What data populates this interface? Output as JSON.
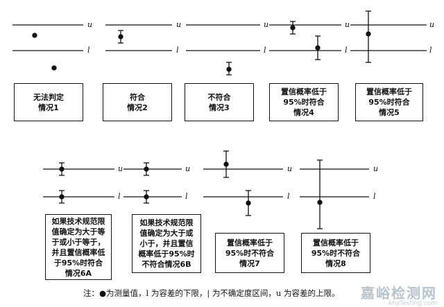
{
  "limit_labels": {
    "upper": "u",
    "lower": "l"
  },
  "row1": [
    {
      "lines": [
        "无法判定",
        "情况1"
      ]
    },
    {
      "lines": [
        "符合",
        "情况2"
      ]
    },
    {
      "lines": [
        "不符合",
        "情况3"
      ]
    },
    {
      "lines": [
        "置信概率低于",
        "95%时符合",
        "情况4"
      ]
    },
    {
      "lines": [
        "置信概率低于",
        "95%时符合",
        "情况5"
      ]
    }
  ],
  "row2": [
    {
      "lines": [
        "如果技术规范限",
        "值确定为大于等",
        "于或小于等于，",
        "并且置信概率低",
        "于95%时符合",
        "情况6A"
      ]
    },
    {
      "lines": [
        "如果技术规范限",
        "值确定为大于或",
        "小于，并且置信",
        "概率低于95%时",
        "不符合情况6B"
      ]
    },
    {
      "lines": [
        "置信概率低于",
        "95%时不符合",
        "情况7"
      ]
    },
    {
      "lines": [
        "置信概率低于",
        "95%时不符合",
        "情况8"
      ]
    }
  ],
  "note": "注：●为测量值，l 为容差的下限，| 为不确定度区间，u 为容差的上限。",
  "watermark": {
    "main": "嘉峪检测网",
    "sub": "AnyTesting.com"
  },
  "colors": {
    "ink": "#111111",
    "watermark": "#b9c3cc"
  }
}
